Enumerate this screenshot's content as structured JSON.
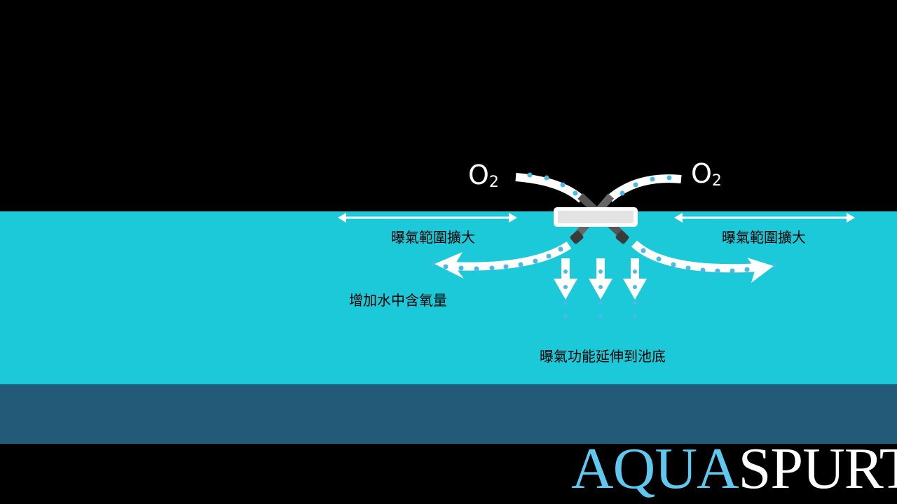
{
  "diagram": {
    "o2_left": "O",
    "o2_left_sub": "2",
    "o2_right": "O",
    "o2_right_sub": "2",
    "range_left_label": "曝氣範圍擴大",
    "range_right_label": "曝氣範圍擴大",
    "oxygen_label": "增加水中含氧量",
    "depth_label": "曝氣功能延伸到池底"
  },
  "logo": {
    "part1": "AQUA",
    "part2": "SPURT"
  },
  "colors": {
    "water": "#1bc9d9",
    "deep": "#225a78",
    "bubble": "#4ab8e8",
    "logo_accent": "#5ec8ef"
  }
}
